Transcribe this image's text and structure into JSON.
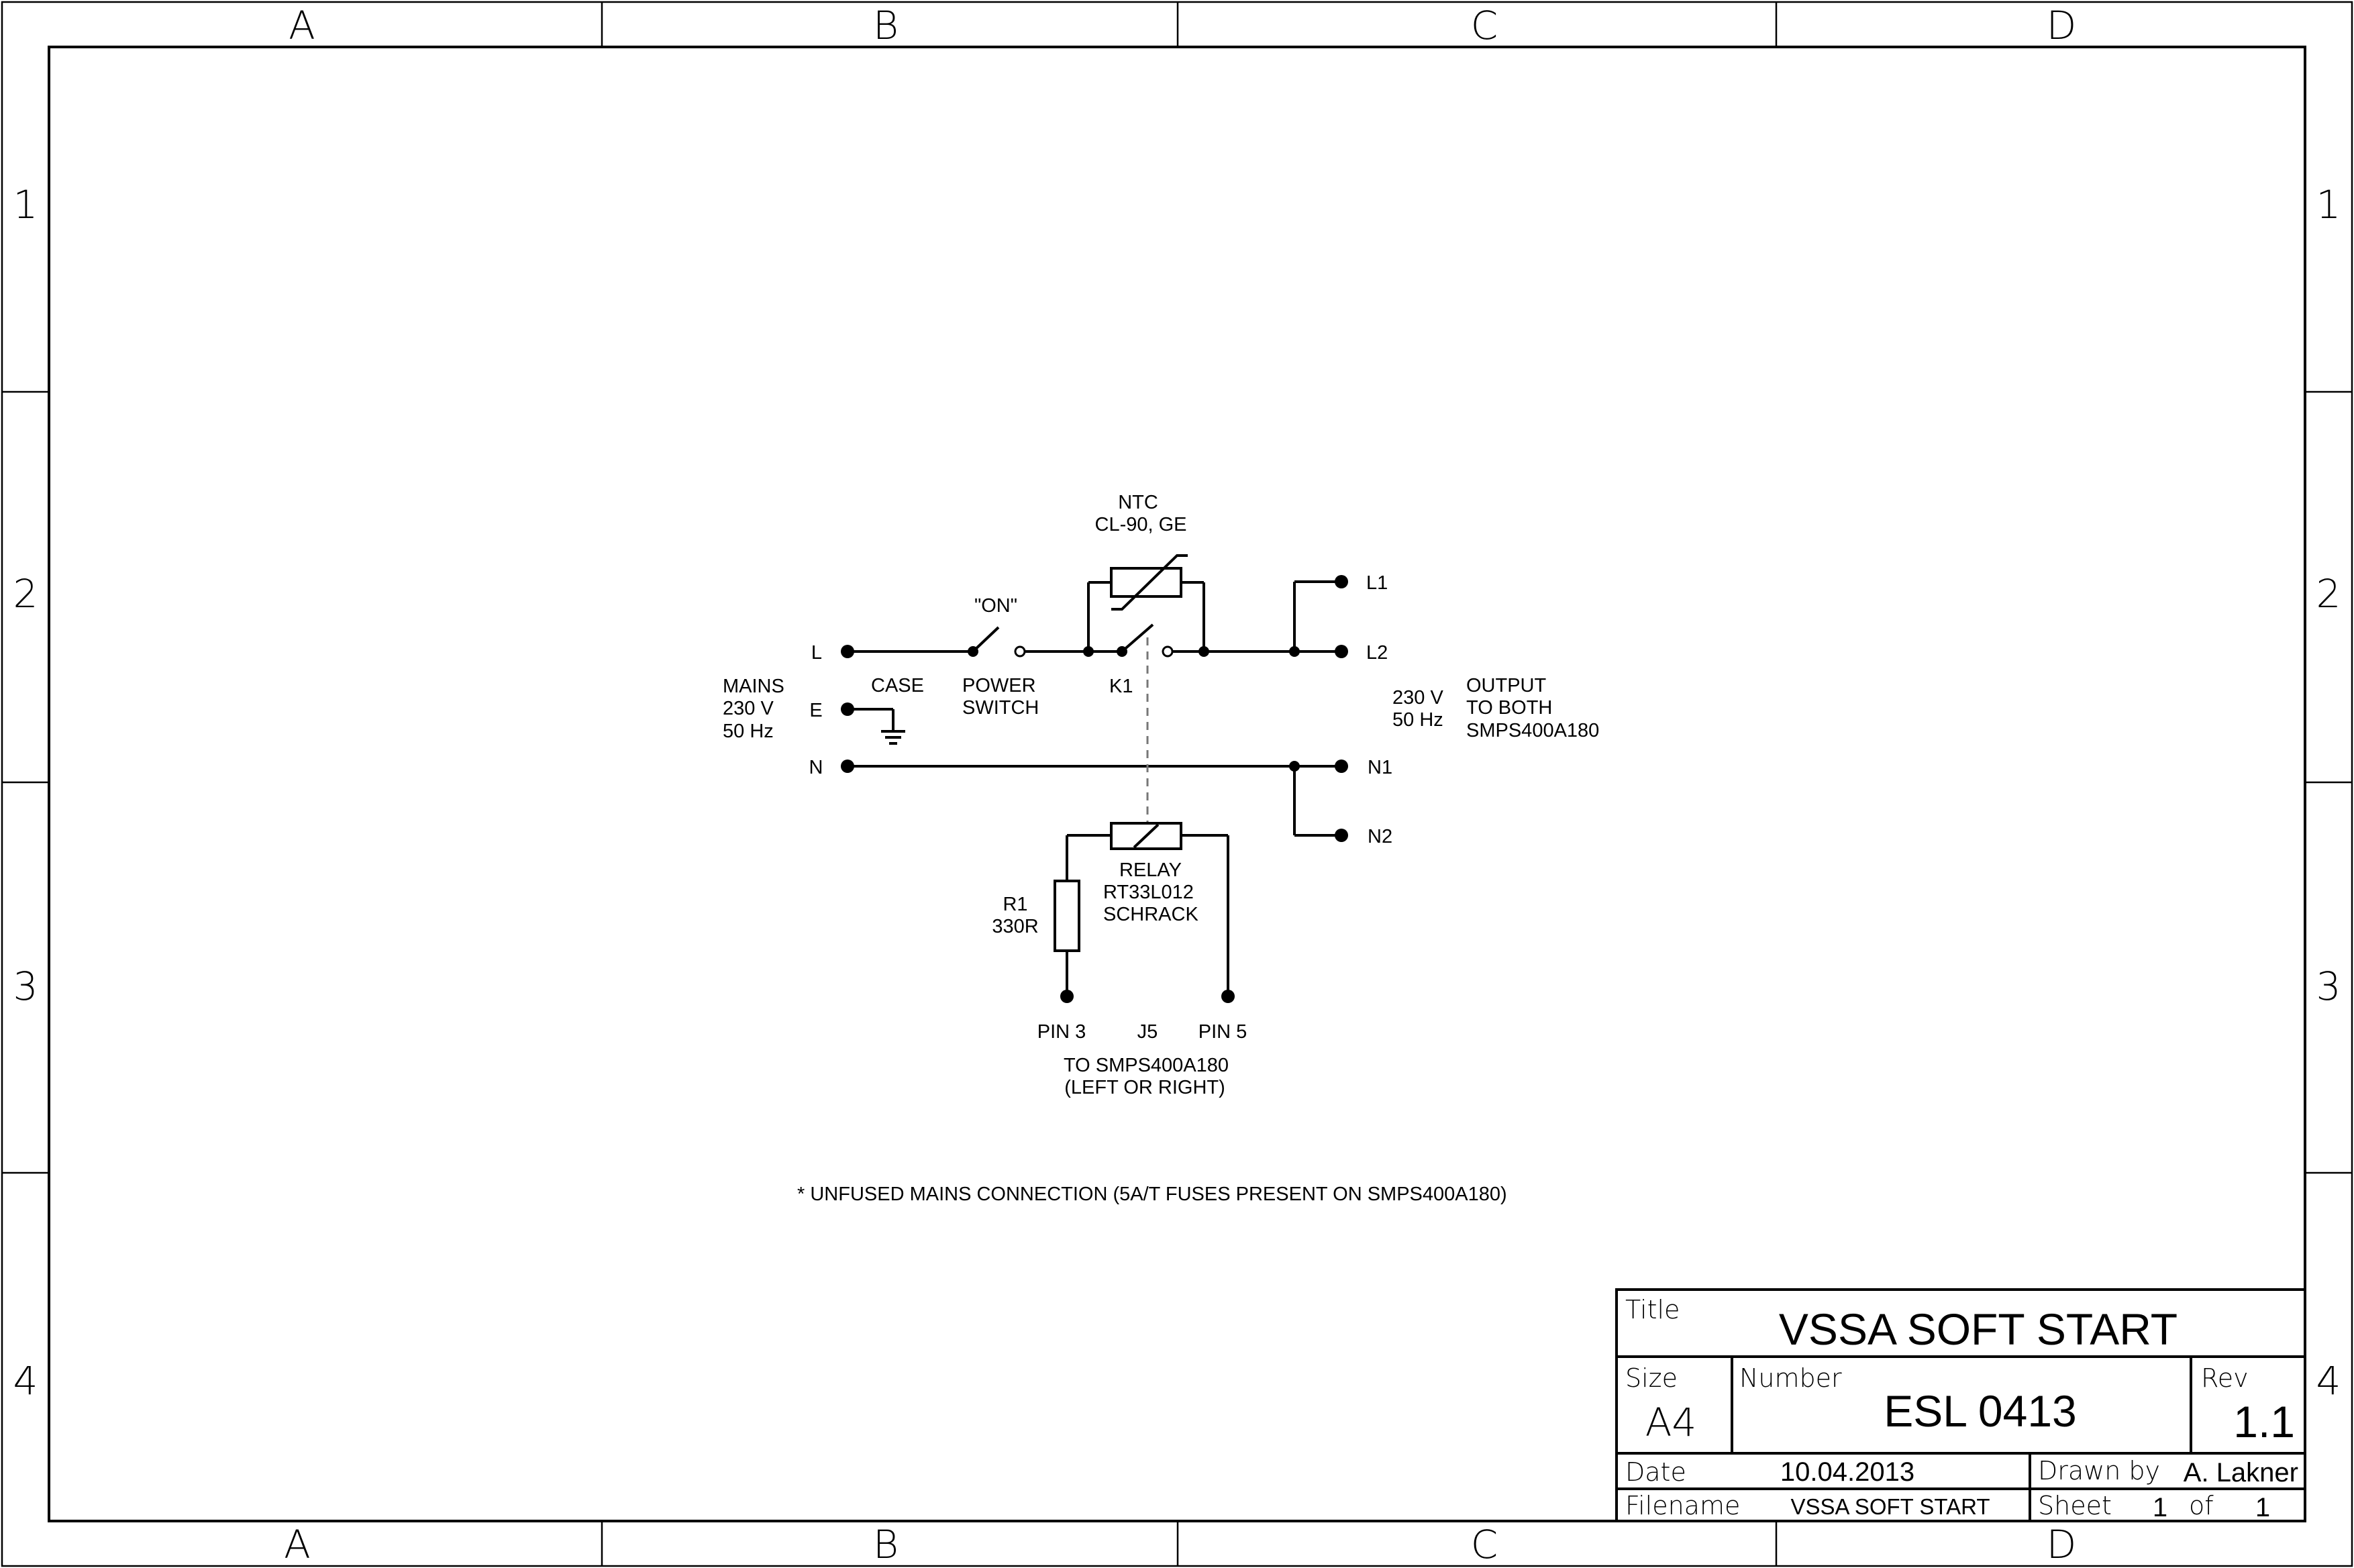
{
  "frame": {
    "columns": [
      "A",
      "B",
      "C",
      "D"
    ],
    "rows": [
      "1",
      "2",
      "3",
      "4"
    ]
  },
  "schematic": {
    "ntc_label_1": "NTC",
    "ntc_label_2": "CL-90, GE",
    "on_label": "\"ON\"",
    "power_switch_1": "POWER",
    "power_switch_2": "SWITCH",
    "k1": "K1",
    "case_label": "CASE",
    "mains_1": "MAINS",
    "mains_2": "230 V",
    "mains_3": "50 Hz",
    "term_l": "L",
    "term_e": "E",
    "term_n": "N",
    "out_l1": "L1",
    "out_l2": "L2",
    "out_n1": "N1",
    "out_n2": "N2",
    "out_volt_1": "230 V",
    "out_volt_2": "50 Hz",
    "output_1": "OUTPUT",
    "output_2": "TO BOTH",
    "output_3": "SMPS400A180",
    "relay_1": "RELAY",
    "relay_2": "RT33L012",
    "relay_3": "SCHRACK",
    "r1_1": "R1",
    "r1_2": "330R",
    "pin3": "PIN 3",
    "j5": "J5",
    "pin5": "PIN 5",
    "to_smps_1": "TO SMPS400A180",
    "to_smps_2": "(LEFT OR RIGHT)",
    "footnote": "* UNFUSED MAINS CONNECTION (5A/T FUSES PRESENT ON SMPS400A180)"
  },
  "title_block": {
    "title_label": "Title",
    "title": "VSSA SOFT START",
    "size_label": "Size",
    "size": "A4",
    "number_label": "Number",
    "number": "ESL 0413",
    "rev_label": "Rev",
    "rev": "1.1",
    "date_label": "Date",
    "date": "10.04.2013",
    "drawn_by_label": "Drawn by",
    "drawn_by": "A. Lakner",
    "filename_label": "Filename",
    "filename": "VSSA SOFT START",
    "sheet_label": "Sheet",
    "sheet_num": "1",
    "of_label": "of",
    "sheet_total": "1"
  }
}
